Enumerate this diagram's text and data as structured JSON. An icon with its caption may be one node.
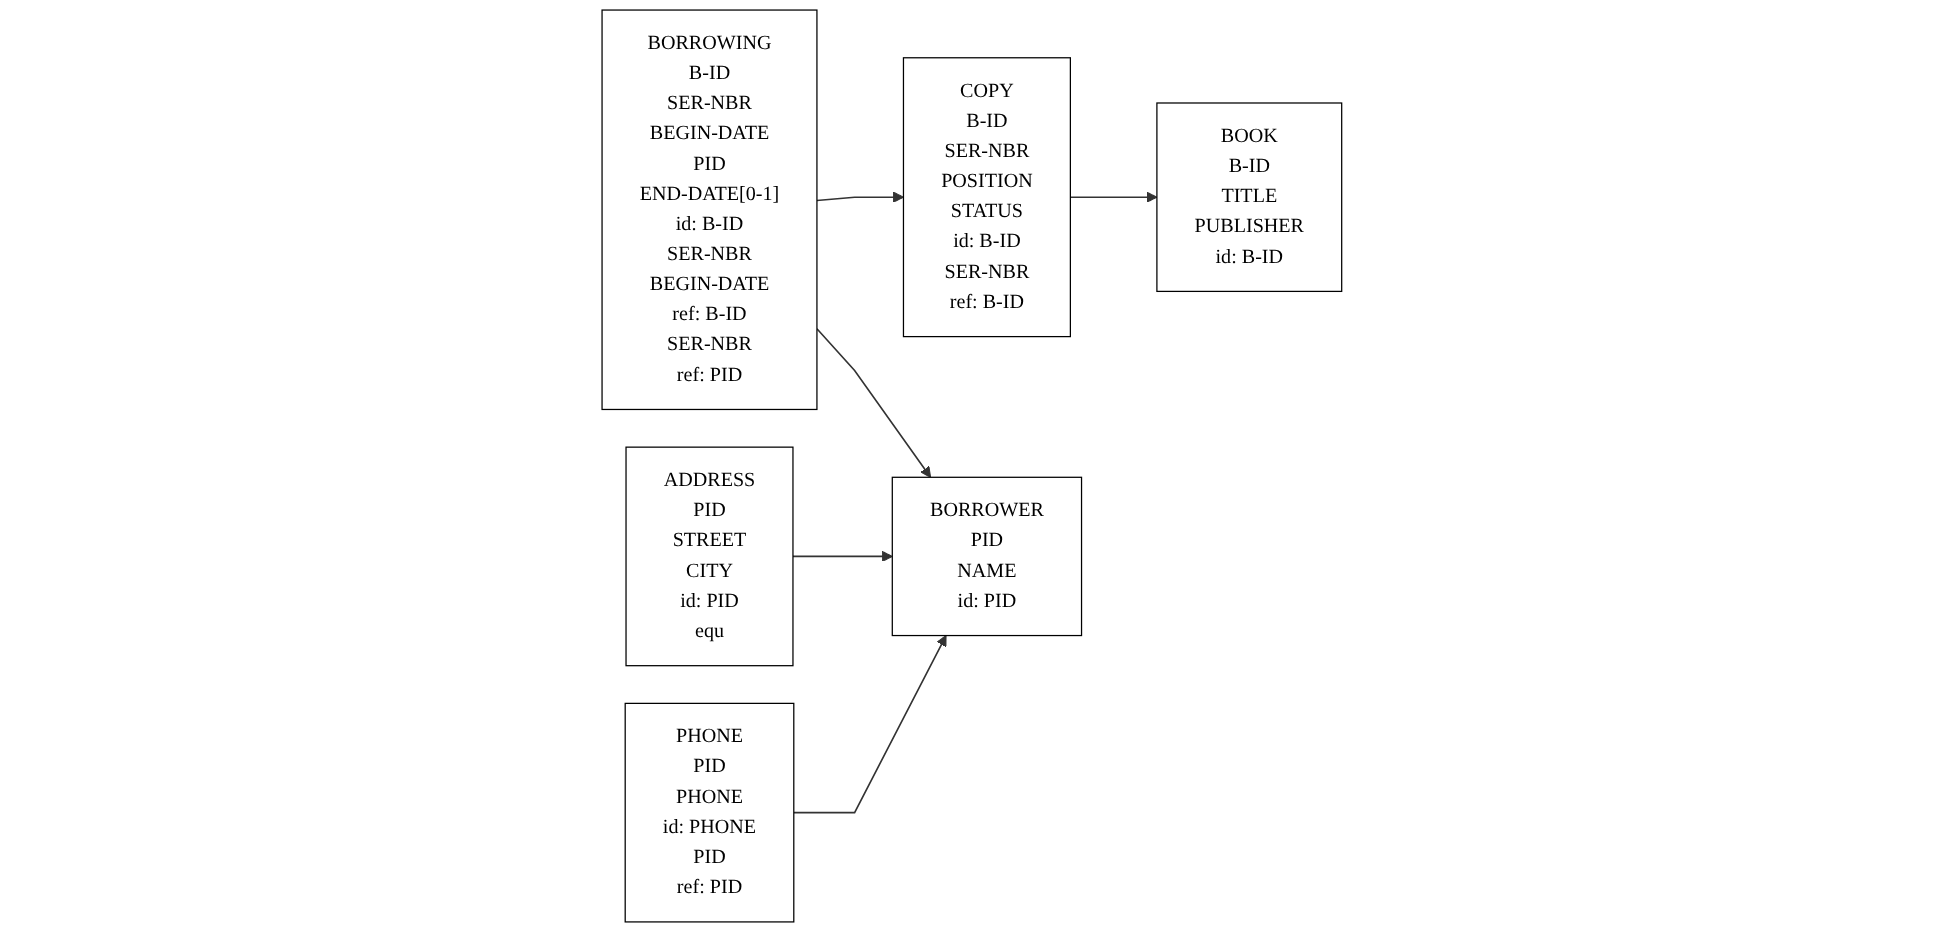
{
  "diagram": {
    "nodes": [
      {
        "text": [
          "BOOK",
          "B-ID",
          "TITLE",
          "PUBLISHER",
          "id: B-ID"
        ]
      },
      {
        "text": [
          "COPY",
          "B-ID",
          "SER-NBR",
          "POSITION",
          "STATUS",
          "id: B-ID",
          "SER-NBR",
          "ref: B-ID"
        ]
      },
      {
        "text": [
          "BORROWING",
          "B-ID",
          "SER-NBR",
          "BEGIN-DATE",
          "PID",
          "END-DATE[0-1]",
          "id: B-ID",
          "SER-NBR",
          "BEGIN-DATE",
          "ref: B-ID",
          "SER-NBR",
          "ref: PID"
        ]
      },
      {
        "text": [
          "BORROWER",
          "PID",
          "NAME",
          "id: PID"
        ]
      },
      {
        "text": [
          "ADDRESS",
          "PID",
          "STREET",
          "CITY",
          "id: PID",
          "equ"
        ]
      },
      {
        "text": [
          "PHONE",
          "PID",
          "PHONE",
          "id: PHONE",
          "PID",
          "ref: PID"
        ]
      }
    ],
    "edges": [
      {
        "from": 1,
        "to": 0,
        "arrow": "to"
      },
      {
        "from": 2,
        "to": 1,
        "arrow": "to"
      },
      {
        "from": 2,
        "to": 3,
        "arrow": "to"
      },
      {
        "from": 4,
        "to": 3,
        "arrow": "to"
      },
      {
        "from": 5,
        "to": 3,
        "arrow": "to"
      }
    ]
  }
}
